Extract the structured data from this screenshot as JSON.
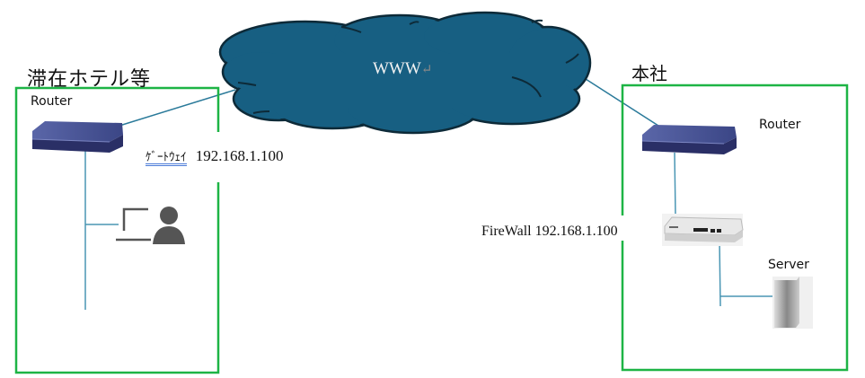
{
  "cloud": {
    "label": "WWW",
    "mark": "↵",
    "color": "#175f82"
  },
  "hotel": {
    "title": "滞在ホテル等",
    "router_label": "Router",
    "gateway_label": "ｹﾞｰﾄｳｪｲ",
    "gateway_ip": "192.168.1.100",
    "icons": [
      "router-icon",
      "laptop-icon",
      "user-icon"
    ]
  },
  "hq": {
    "title": "本社",
    "router_label": "Router",
    "firewall_label": "FireWall 192.168.1.100",
    "server_label": "Server",
    "icons": [
      "router-icon",
      "firewall-icon",
      "server-icon"
    ]
  },
  "colors": {
    "box_border": "#1db445",
    "line": "#2a7a9a",
    "router": "#3c4a8c"
  }
}
